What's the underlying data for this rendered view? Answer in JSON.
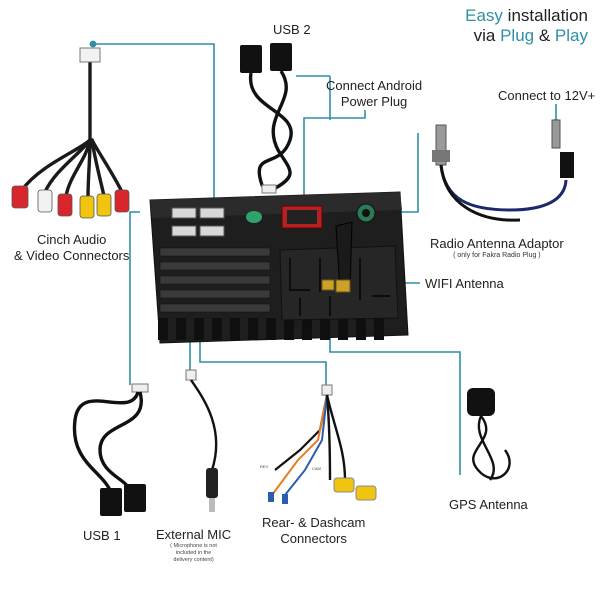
{
  "headline": {
    "line1_light": "Easy",
    "line1_dark": " installation",
    "line2_dark": "via ",
    "line2_light": "Plug",
    "line2_amp": " & ",
    "line2_light2": "Play"
  },
  "labels": {
    "usb2": "USB 2",
    "android_plug_1": "Connect Android",
    "android_plug_2": "Power Plug",
    "connect_12v": "Connect to 12V+",
    "cinch_1": "Cinch Audio",
    "cinch_2": "& Video Connectors",
    "radio_antenna": "Radio Antenna Adaptor",
    "radio_antenna_note": "( only for Fakra Radio Plug )",
    "wifi_antenna": "WIFI Antenna",
    "usb1": "USB 1",
    "external_mic": "External MIC",
    "mic_note_1": "( Microphone is not",
    "mic_note_2": "included in the",
    "mic_note_3": "delivery content)",
    "rear_dashcam_1": "Rear- & Dashcam",
    "rear_dashcam_2": "Connectors",
    "gps_antenna": "GPS Antenna"
  },
  "colors": {
    "leader": "#2f8fa5",
    "cable": "#1a1a1a",
    "unit": "#1c1c1c",
    "rca_red": "#d9262a",
    "rca_white": "#f2f2f2",
    "rca_yellow": "#f1c40f",
    "blue_wire": "#2a5db0",
    "orange_wire": "#e67e22"
  }
}
